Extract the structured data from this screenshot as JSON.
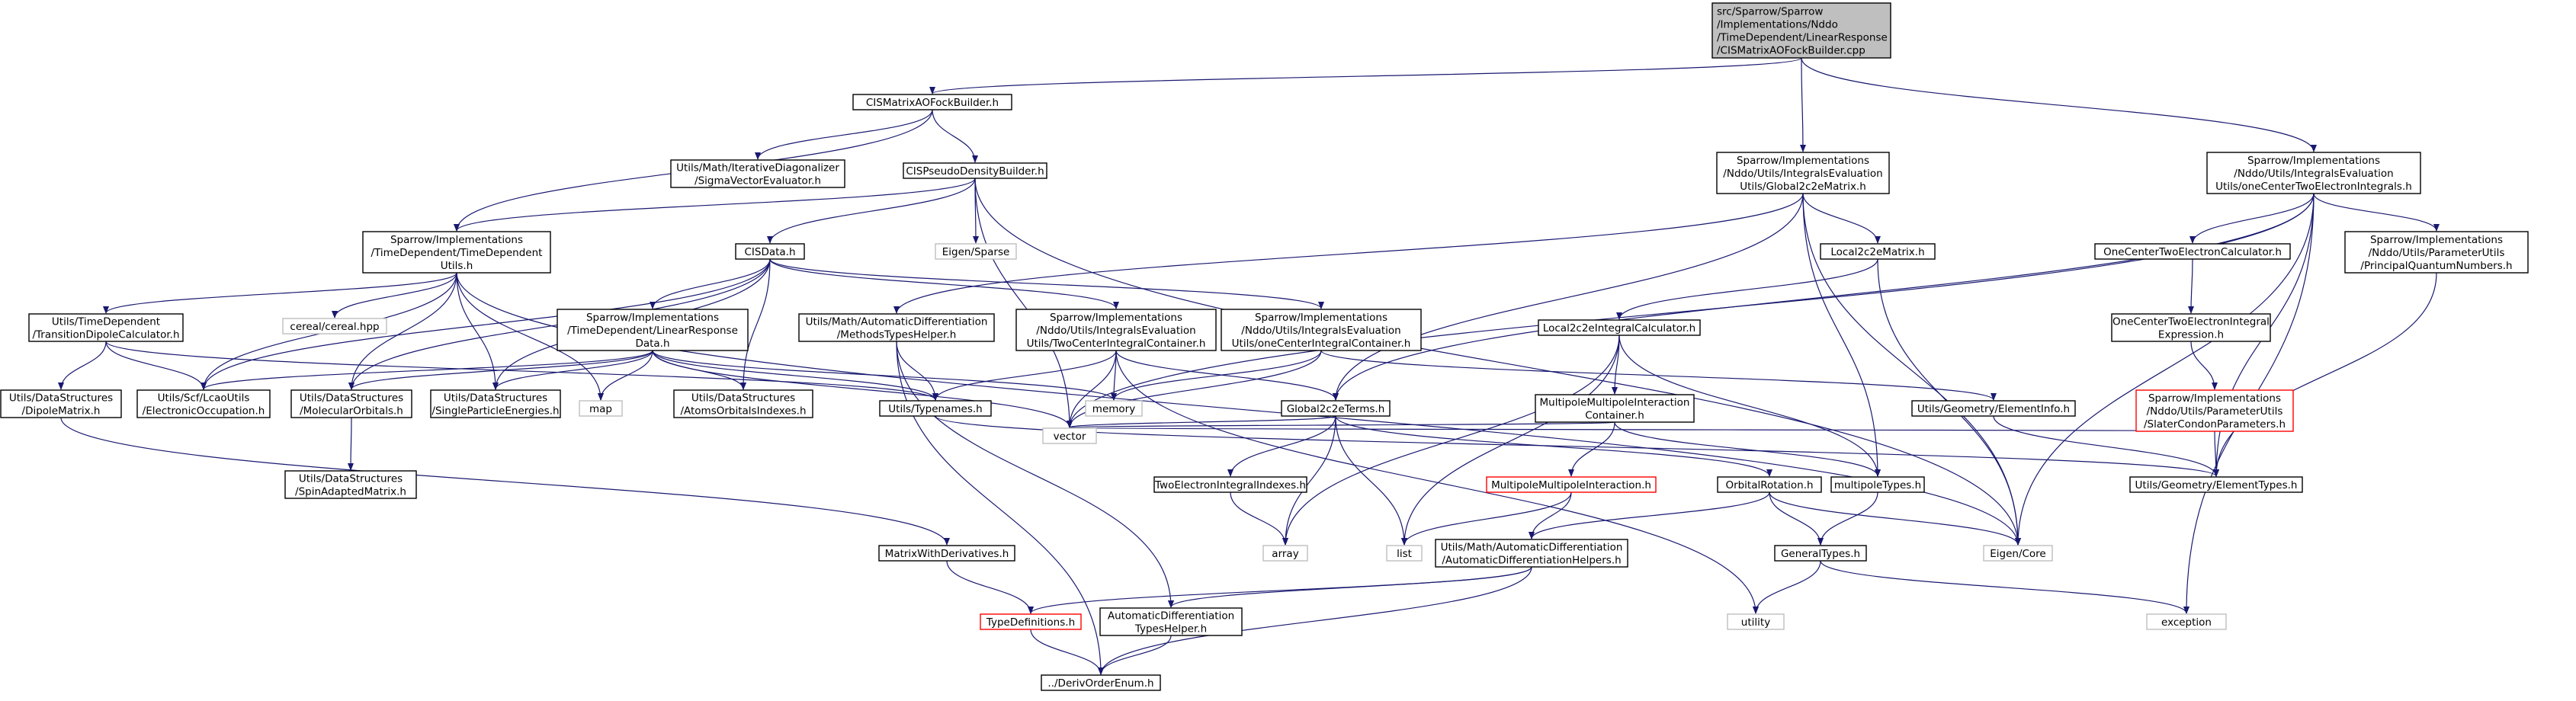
{
  "graph": {
    "root": "n_root",
    "colors": {
      "root_fill": "#bfbfbf",
      "node_border": "#000000",
      "missing_border": "#bfbfbf",
      "error_border": "#ff0000",
      "edge": "#191970",
      "text": "#000000",
      "external_text": "#000000"
    },
    "nodes": [
      {
        "id": "n_root",
        "kind": "root",
        "lines": [
          "src/Sparrow/Sparrow",
          "/Implementations/Nddo",
          "/TimeDependent/LinearResponse",
          "/CISMatrixAOFockBuilder.cpp"
        ]
      },
      {
        "id": "n_cismatrix",
        "kind": "normal",
        "lines": [
          "CISMatrixAOFockBuilder.h"
        ]
      },
      {
        "id": "n_global_h",
        "kind": "normal",
        "lines": [
          "Sparrow/Implementations",
          "/Nddo/Utils/IntegralsEvaluation",
          "Utils/Global2c2eMatrix.h"
        ]
      },
      {
        "id": "n_onecenter2e_h",
        "kind": "normal",
        "lines": [
          "Sparrow/Implementations",
          "/Nddo/Utils/IntegralsEvaluation",
          "Utils/oneCenterTwoElectronIntegrals.h"
        ]
      },
      {
        "id": "n_iterdiag",
        "kind": "normal",
        "lines": [
          "Utils/Math/IterativeDiagonalizer",
          "/SigmaVectorEvaluator.h"
        ]
      },
      {
        "id": "n_cispseudo",
        "kind": "normal",
        "lines": [
          "CISPseudoDensityBuilder.h"
        ]
      },
      {
        "id": "n_eigen_sparse",
        "kind": "missing",
        "lines": [
          "Eigen/Sparse"
        ]
      },
      {
        "id": "n_tdutils",
        "kind": "normal",
        "lines": [
          "Sparrow/Implementations",
          "/TimeDependent/TimeDependent",
          "Utils.h"
        ]
      },
      {
        "id": "n_cisdata",
        "kind": "normal",
        "lines": [
          "CISData.h"
        ]
      },
      {
        "id": "n_local2c2e",
        "kind": "normal",
        "lines": [
          "Local2c2eMatrix.h"
        ]
      },
      {
        "id": "n_oneCenterCalc",
        "kind": "normal",
        "lines": [
          "OneCenterTwoElectronCalculator.h"
        ]
      },
      {
        "id": "n_principalqn",
        "kind": "normal",
        "lines": [
          "Sparrow/Implementations",
          "/Nddo/Utils/ParameterUtils",
          "/PrincipalQuantumNumbers.h"
        ]
      },
      {
        "id": "n_cereal",
        "kind": "missing",
        "lines": [
          "cereal/cereal.hpp"
        ]
      },
      {
        "id": "n_tdm",
        "kind": "normal",
        "lines": [
          "Utils/TimeDependent",
          "/TransitionDipoleCalculator.h"
        ]
      },
      {
        "id": "n_lrdata",
        "kind": "normal",
        "lines": [
          "Sparrow/Implementations",
          "/TimeDependent/LinearResponse",
          "Data.h"
        ]
      },
      {
        "id": "n_methodshelper",
        "kind": "normal",
        "lines": [
          "Utils/Math/AutomaticDifferentiation",
          "/MethodsTypesHelper.h"
        ]
      },
      {
        "id": "n_twocenter",
        "kind": "normal",
        "lines": [
          "Sparrow/Implementations",
          "/Nddo/Utils/IntegralsEvaluation",
          "Utils/TwoCenterIntegralContainer.h"
        ]
      },
      {
        "id": "n_onecenterint",
        "kind": "normal",
        "lines": [
          "Sparrow/Implementations",
          "/Nddo/Utils/IntegralsEvaluation",
          "Utils/oneCenterIntegralContainer.h"
        ]
      },
      {
        "id": "n_local2c2ecalc",
        "kind": "normal",
        "lines": [
          "Local2c2eIntegralCalculator.h"
        ]
      },
      {
        "id": "n_onecenterexpr",
        "kind": "normal",
        "lines": [
          "OneCenterTwoElectronIntegral",
          "Expression.h"
        ]
      },
      {
        "id": "n_dipolematrix",
        "kind": "normal",
        "lines": [
          "Utils/DataStructures",
          "/DipoleMatrix.h"
        ]
      },
      {
        "id": "n_lcao",
        "kind": "normal",
        "lines": [
          "Utils/Scf/LcaoUtils",
          "/ElectronicOccupation.h"
        ]
      },
      {
        "id": "n_molorb",
        "kind": "normal",
        "lines": [
          "Utils/DataStructures",
          "/MolecularOrbitals.h"
        ]
      },
      {
        "id": "n_spe",
        "kind": "normal",
        "lines": [
          "Utils/DataStructures",
          "/SingleParticleEnergies.h"
        ]
      },
      {
        "id": "n_map",
        "kind": "missing",
        "lines": [
          "map"
        ]
      },
      {
        "id": "n_aoi",
        "kind": "normal",
        "lines": [
          "Utils/DataStructures",
          "/AtomsOrbitalsIndexes.h"
        ]
      },
      {
        "id": "n_typenames",
        "kind": "normal",
        "lines": [
          "Utils/Typenames.h"
        ]
      },
      {
        "id": "n_memory",
        "kind": "missing",
        "lines": [
          "memory"
        ]
      },
      {
        "id": "n_global2c2eterms",
        "kind": "normal",
        "lines": [
          "Global2c2eTerms.h"
        ]
      },
      {
        "id": "n_multipolecont",
        "kind": "normal",
        "lines": [
          "MultipoleMultipoleInteraction",
          "Container.h"
        ]
      },
      {
        "id": "n_elementinfo",
        "kind": "normal",
        "lines": [
          "Utils/Geometry/ElementInfo.h"
        ]
      },
      {
        "id": "n_slater",
        "kind": "error",
        "lines": [
          "Sparrow/Implementations",
          "/Nddo/Utils/ParameterUtils",
          "/SlaterCondonParameters.h"
        ]
      },
      {
        "id": "n_vector",
        "kind": "missing",
        "lines": [
          "vector"
        ]
      },
      {
        "id": "n_spinadapted",
        "kind": "normal",
        "lines": [
          "Utils/DataStructures",
          "/SpinAdaptedMatrix.h"
        ]
      },
      {
        "id": "n_twoelecidx",
        "kind": "normal",
        "lines": [
          "TwoElectronIntegralIndexes.h"
        ]
      },
      {
        "id": "n_multipoleint",
        "kind": "error",
        "lines": [
          "MultipoleMultipoleInteraction.h"
        ]
      },
      {
        "id": "n_orbitalrot",
        "kind": "normal",
        "lines": [
          "OrbitalRotation.h"
        ]
      },
      {
        "id": "n_multipoletypes",
        "kind": "normal",
        "lines": [
          "multipoleTypes.h"
        ]
      },
      {
        "id": "n_elementtypes",
        "kind": "normal",
        "lines": [
          "Utils/Geometry/ElementTypes.h"
        ]
      },
      {
        "id": "n_matrixderiv",
        "kind": "normal",
        "lines": [
          "MatrixWithDerivatives.h"
        ]
      },
      {
        "id": "n_array",
        "kind": "missing",
        "lines": [
          "array"
        ]
      },
      {
        "id": "n_list",
        "kind": "missing",
        "lines": [
          "list"
        ]
      },
      {
        "id": "n_adhelpers",
        "kind": "normal",
        "lines": [
          "Utils/Math/AutomaticDifferentiation",
          "/AutomaticDifferentiationHelpers.h"
        ]
      },
      {
        "id": "n_eigencore",
        "kind": "missing",
        "lines": [
          "Eigen/Core"
        ]
      },
      {
        "id": "n_generaltypes",
        "kind": "normal",
        "lines": [
          "GeneralTypes.h"
        ]
      },
      {
        "id": "n_typedefs",
        "kind": "error",
        "lines": [
          "TypeDefinitions.h"
        ]
      },
      {
        "id": "n_adtypeshelper",
        "kind": "normal",
        "lines": [
          "AutomaticDifferentiation",
          "TypesHelper.h"
        ]
      },
      {
        "id": "n_utility",
        "kind": "missing",
        "lines": [
          "utility"
        ]
      },
      {
        "id": "n_exception",
        "kind": "missing",
        "lines": [
          "exception"
        ]
      },
      {
        "id": "n_derivorder",
        "kind": "normal",
        "lines": [
          "../DerivOrderEnum.h"
        ]
      }
    ],
    "edges": [
      [
        "n_root",
        "n_cismatrix"
      ],
      [
        "n_root",
        "n_global_h"
      ],
      [
        "n_root",
        "n_onecenter2e_h"
      ],
      [
        "n_cismatrix",
        "n_iterdiag"
      ],
      [
        "n_cismatrix",
        "n_cispseudo"
      ],
      [
        "n_cismatrix",
        "n_tdutils"
      ],
      [
        "n_cispseudo",
        "n_eigen_sparse"
      ],
      [
        "n_cispseudo",
        "n_tdutils"
      ],
      [
        "n_cispseudo",
        "n_cisdata"
      ],
      [
        "n_cispseudo",
        "n_vector"
      ],
      [
        "n_cispseudo",
        "n_eigencore"
      ],
      [
        "n_tdutils",
        "n_cereal"
      ],
      [
        "n_tdutils",
        "n_tdm"
      ],
      [
        "n_tdutils",
        "n_lcao"
      ],
      [
        "n_tdutils",
        "n_molorb"
      ],
      [
        "n_tdutils",
        "n_spe"
      ],
      [
        "n_tdutils",
        "n_map"
      ],
      [
        "n_tdutils",
        "n_eigencore"
      ],
      [
        "n_tdm",
        "n_dipolematrix"
      ],
      [
        "n_tdm",
        "n_lcao"
      ],
      [
        "n_tdm",
        "n_typenames"
      ],
      [
        "n_cisdata",
        "n_lrdata"
      ],
      [
        "n_cisdata",
        "n_twocenter"
      ],
      [
        "n_cisdata",
        "n_onecenterint"
      ],
      [
        "n_cisdata",
        "n_lcao"
      ],
      [
        "n_cisdata",
        "n_molorb"
      ],
      [
        "n_cisdata",
        "n_spe"
      ],
      [
        "n_cisdata",
        "n_aoi"
      ],
      [
        "n_lrdata",
        "n_lcao"
      ],
      [
        "n_lrdata",
        "n_molorb"
      ],
      [
        "n_lrdata",
        "n_spe"
      ],
      [
        "n_lrdata",
        "n_map"
      ],
      [
        "n_lrdata",
        "n_aoi"
      ],
      [
        "n_lrdata",
        "n_typenames"
      ],
      [
        "n_lrdata",
        "n_vector"
      ],
      [
        "n_lrdata",
        "n_memory"
      ],
      [
        "n_molorb",
        "n_spinadapted"
      ],
      [
        "n_dipolematrix",
        "n_matrixderiv"
      ],
      [
        "n_matrixderiv",
        "n_typedefs"
      ],
      [
        "n_typedefs",
        "n_derivorder"
      ],
      [
        "n_adtypeshelper",
        "n_derivorder"
      ],
      [
        "n_methodshelper",
        "n_typenames"
      ],
      [
        "n_methodshelper",
        "n_adtypeshelper"
      ],
      [
        "n_methodshelper",
        "n_derivorder"
      ],
      [
        "n_twocenter",
        "n_typenames"
      ],
      [
        "n_twocenter",
        "n_vector"
      ],
      [
        "n_twocenter",
        "n_memory"
      ],
      [
        "n_twocenter",
        "n_global2c2eterms"
      ],
      [
        "n_twocenter",
        "n_utility"
      ],
      [
        "n_onecenterint",
        "n_memory"
      ],
      [
        "n_onecenterint",
        "n_vector"
      ],
      [
        "n_onecenterint",
        "n_elementinfo"
      ],
      [
        "n_global_h",
        "n_local2c2e"
      ],
      [
        "n_global_h",
        "n_global2c2eterms"
      ],
      [
        "n_global_h",
        "n_methodshelper"
      ],
      [
        "n_global_h",
        "n_multipoletypes"
      ],
      [
        "n_global_h",
        "n_eigencore"
      ],
      [
        "n_local2c2e",
        "n_local2c2ecalc"
      ],
      [
        "n_local2c2e",
        "n_eigencore"
      ],
      [
        "n_local2c2ecalc",
        "n_multipolecont"
      ],
      [
        "n_local2c2ecalc",
        "n_multipoletypes"
      ],
      [
        "n_local2c2ecalc",
        "n_array"
      ],
      [
        "n_local2c2ecalc",
        "n_list"
      ],
      [
        "n_multipolecont",
        "n_multipoleint"
      ],
      [
        "n_multipolecont",
        "n_multipoletypes"
      ],
      [
        "n_multipolecont",
        "n_vector"
      ],
      [
        "n_multipoleint",
        "n_adhelpers"
      ],
      [
        "n_multipoleint",
        "n_list"
      ],
      [
        "n_global2c2eterms",
        "n_twoelecidx"
      ],
      [
        "n_global2c2eterms",
        "n_orbitalrot"
      ],
      [
        "n_global2c2eterms",
        "n_vector"
      ],
      [
        "n_global2c2eterms",
        "n_array"
      ],
      [
        "n_global2c2eterms",
        "n_list"
      ],
      [
        "n_twoelecidx",
        "n_array"
      ],
      [
        "n_orbitalrot",
        "n_adhelpers"
      ],
      [
        "n_orbitalrot",
        "n_generaltypes"
      ],
      [
        "n_orbitalrot",
        "n_eigencore"
      ],
      [
        "n_multipoletypes",
        "n_generaltypes"
      ],
      [
        "n_generaltypes",
        "n_utility"
      ],
      [
        "n_generaltypes",
        "n_exception"
      ],
      [
        "n_adhelpers",
        "n_typedefs"
      ],
      [
        "n_adhelpers",
        "n_adtypeshelper"
      ],
      [
        "n_adhelpers",
        "n_derivorder"
      ],
      [
        "n_typenames",
        "n_elementtypes"
      ],
      [
        "n_elementinfo",
        "n_elementtypes"
      ],
      [
        "n_onecenter2e_h",
        "n_oneCenterCalc"
      ],
      [
        "n_onecenter2e_h",
        "n_principalqn"
      ],
      [
        "n_onecenter2e_h",
        "n_elementtypes"
      ],
      [
        "n_onecenter2e_h",
        "n_vector"
      ],
      [
        "n_onecenter2e_h",
        "n_eigencore"
      ],
      [
        "n_onecenter2e_h",
        "n_exception"
      ],
      [
        "n_onecenter2e_h",
        "n_global2c2eterms"
      ],
      [
        "n_oneCenterCalc",
        "n_onecenterexpr"
      ],
      [
        "n_onecenterexpr",
        "n_slater"
      ],
      [
        "n_slater",
        "n_elementtypes"
      ],
      [
        "n_slater",
        "n_vector"
      ],
      [
        "n_principalqn",
        "n_elementtypes"
      ]
    ]
  }
}
